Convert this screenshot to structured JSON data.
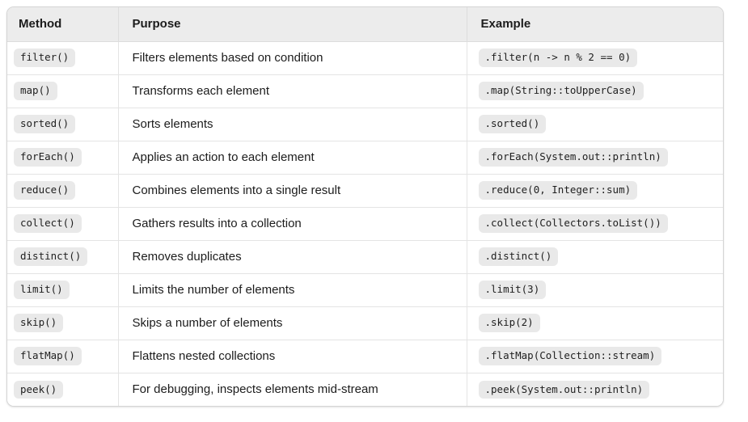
{
  "table": {
    "columns": [
      {
        "label": "Method"
      },
      {
        "label": "Purpose"
      },
      {
        "label": "Example"
      }
    ],
    "rows": [
      {
        "method": "filter()",
        "purpose": "Filters elements based on condition",
        "example": ".filter(n -> n % 2 == 0)"
      },
      {
        "method": "map()",
        "purpose": "Transforms each element",
        "example": ".map(String::toUpperCase)"
      },
      {
        "method": "sorted()",
        "purpose": "Sorts elements",
        "example": ".sorted()"
      },
      {
        "method": "forEach()",
        "purpose": "Applies an action to each element",
        "example": ".forEach(System.out::println)"
      },
      {
        "method": "reduce()",
        "purpose": "Combines elements into a single result",
        "example": ".reduce(0, Integer::sum)"
      },
      {
        "method": "collect()",
        "purpose": "Gathers results into a collection",
        "example": ".collect(Collectors.toList())"
      },
      {
        "method": "distinct()",
        "purpose": "Removes duplicates",
        "example": ".distinct()"
      },
      {
        "method": "limit()",
        "purpose": "Limits the number of elements",
        "example": ".limit(3)"
      },
      {
        "method": "skip()",
        "purpose": "Skips a number of elements",
        "example": ".skip(2)"
      },
      {
        "method": "flatMap()",
        "purpose": "Flattens nested collections",
        "example": ".flatMap(Collection::stream)"
      },
      {
        "method": "peek()",
        "purpose": "For debugging, inspects elements mid-stream",
        "example": ".peek(System.out::println)"
      }
    ]
  },
  "colors": {
    "header_background": "#ececec",
    "badge_background": "#e9e9e9",
    "outer_border": "#d5d5d5",
    "grid_line": "#e4e4e4",
    "text": "#1c1c1c"
  }
}
